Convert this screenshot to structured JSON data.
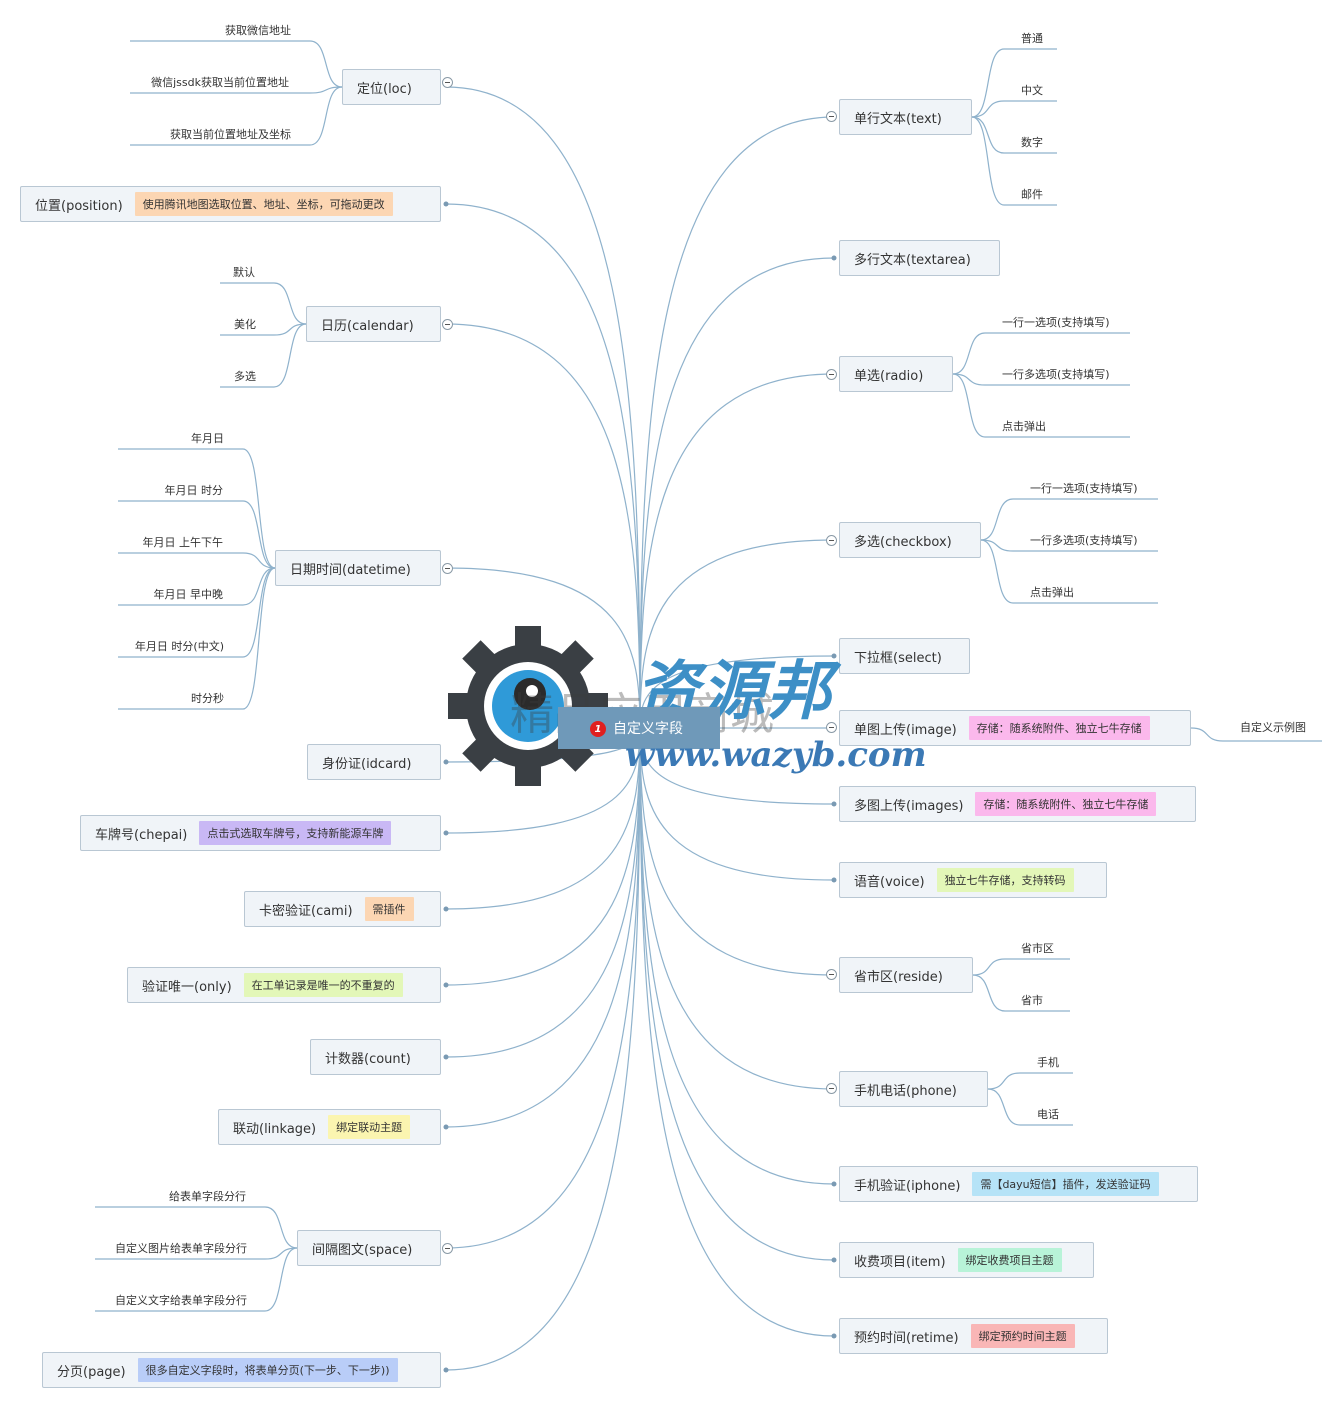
{
  "center": {
    "label": "自定义字段",
    "badge": "1"
  },
  "watermark": {
    "title": "资源邦",
    "url": "www.wazyb.com",
    "grey": "精品应用商城"
  },
  "colors": {
    "link": "#8fb2cc",
    "center": "#6f99b9",
    "node_bg": "#f0f4f8",
    "node_border": "#b9c7d3"
  },
  "left_nodes": [
    {
      "label": "定位(loc)",
      "toggle": true,
      "leaves": [
        "获取微信地址",
        "微信jssdk获取当前位置地址",
        "获取当前位置地址及坐标"
      ]
    },
    {
      "label": "位置(position)",
      "tag": "使用腾讯地图选取位置、地址、坐标，可拖动更改",
      "tag_color": "#fcd6b3"
    },
    {
      "label": "日历(calendar)",
      "toggle": true,
      "leaves": [
        "默认",
        "美化",
        "多选"
      ]
    },
    {
      "label": "日期时间(datetime)",
      "toggle": true,
      "leaves": [
        "年月日",
        "年月日 时分",
        "年月日 上午下午",
        "年月日 早中晚",
        "年月日 时分(中文)",
        "时分秒"
      ]
    },
    {
      "label": "身份证(idcard)"
    },
    {
      "label": "车牌号(chepai)",
      "tag": "点击式选取车牌号，支持新能源车牌",
      "tag_color": "#c9b8f5"
    },
    {
      "label": "卡密验证(cami)",
      "tag": "需插件",
      "tag_color": "#fcd6b3"
    },
    {
      "label": "验证唯一(only)",
      "tag": "在工单记录是唯一的不重复的",
      "tag_color": "#e3f7b8"
    },
    {
      "label": "计数器(count)"
    },
    {
      "label": "联动(linkage)",
      "tag": "绑定联动主题",
      "tag_color": "#fbf5b0"
    },
    {
      "label": "间隔图文(space)",
      "toggle": true,
      "leaves": [
        "给表单字段分行",
        "自定义图片给表单字段分行",
        "自定义文字给表单字段分行"
      ]
    },
    {
      "label": "分页(page)",
      "tag": "很多自定义字段时，将表单分页(下一步、下一步))",
      "tag_color": "#b9cdf8"
    }
  ],
  "right_nodes": [
    {
      "label": "单行文本(text)",
      "toggle": true,
      "leaves": [
        "普通",
        "中文",
        "数字",
        "邮件"
      ]
    },
    {
      "label": "多行文本(textarea)"
    },
    {
      "label": "单选(radio)",
      "toggle": true,
      "leaves": [
        "一行一选项(支持填写)",
        "一行多选项(支持填写)",
        "点击弹出"
      ]
    },
    {
      "label": "多选(checkbox)",
      "toggle": true,
      "leaves": [
        "一行一选项(支持填写)",
        "一行多选项(支持填写)",
        "点击弹出"
      ]
    },
    {
      "label": "下拉框(select)"
    },
    {
      "label": "单图上传(image)",
      "tag": "存储：随系统附件、独立七牛存储",
      "tag_color": "#fbb8ec",
      "toggle": true,
      "leaves": [
        "自定义示例图"
      ]
    },
    {
      "label": "多图上传(images)",
      "tag": "存储：随系统附件、独立七牛存储",
      "tag_color": "#fbb8ec"
    },
    {
      "label": "语音(voice)",
      "tag": "独立七牛存储，支持转码",
      "tag_color": "#e3f7b8"
    },
    {
      "label": "省市区(reside)",
      "toggle": true,
      "leaves": [
        "省市区",
        "省市"
      ]
    },
    {
      "label": "手机电话(phone)",
      "toggle": true,
      "leaves": [
        "手机",
        "电话"
      ]
    },
    {
      "label": "手机验证(iphone)",
      "tag": "需【dayu短信】插件，发送验证码",
      "tag_color": "#b6e3f7"
    },
    {
      "label": "收费项目(item)",
      "tag": "绑定收费项目主题",
      "tag_color": "#b8f3d8"
    },
    {
      "label": "预约时间(retime)",
      "tag": "绑定预约时间主题",
      "tag_color": "#f9b6b6"
    }
  ]
}
